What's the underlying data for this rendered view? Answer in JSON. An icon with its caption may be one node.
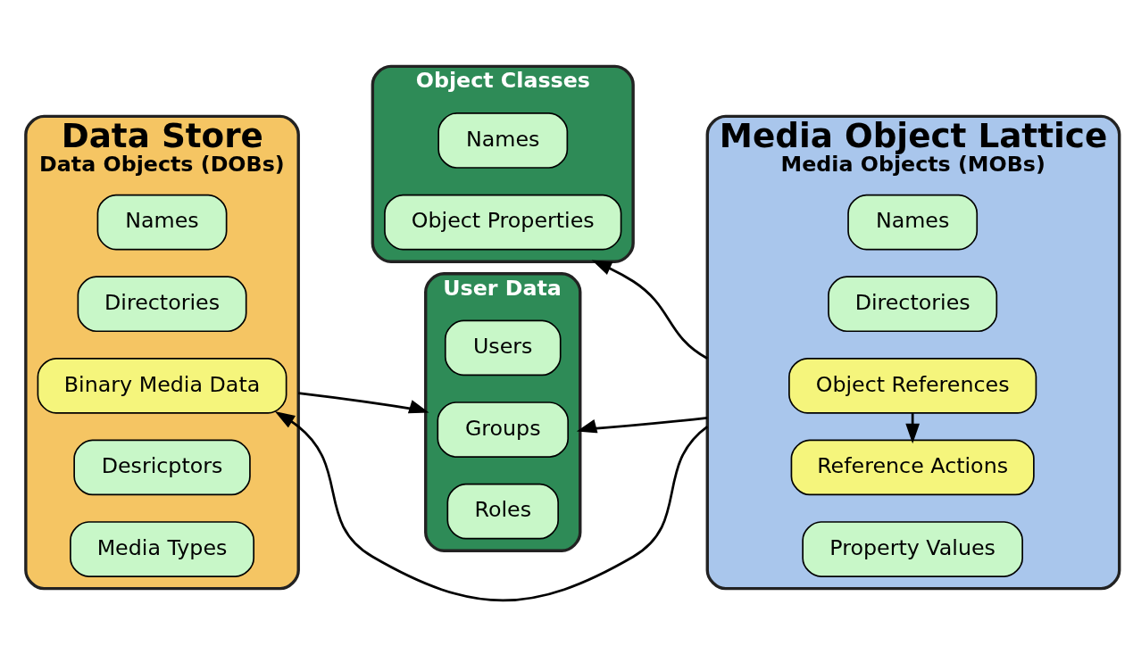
{
  "diagram": {
    "nodes": [
      {
        "text": [
          "Data Store",
          "Data Objects (DOBs)"
        ]
      },
      {
        "text": [
          "Names"
        ],
        "in": 0
      },
      {
        "text": [
          "Directories"
        ],
        "in": 0
      },
      {
        "text": [
          "Binary Media Data"
        ],
        "in": 0
      },
      {
        "text": [
          "Desricptors"
        ],
        "in": 0
      },
      {
        "text": [
          "Media Types"
        ],
        "in": 0
      },
      {
        "text": [
          "Object Classes"
        ]
      },
      {
        "text": [
          "Names"
        ],
        "in": 6
      },
      {
        "text": [
          "Object Properties"
        ],
        "in": 6
      },
      {
        "text": [
          "User Data"
        ]
      },
      {
        "text": [
          "Users"
        ],
        "in": 9
      },
      {
        "text": [
          "Groups"
        ],
        "in": 9
      },
      {
        "text": [
          "Roles"
        ],
        "in": 9
      },
      {
        "text": [
          "Media Object Lattice",
          "Media Objects (MOBs)"
        ]
      },
      {
        "text": [
          "Names"
        ],
        "in": 13
      },
      {
        "text": [
          "Directories"
        ],
        "in": 13
      },
      {
        "text": [
          "Object References"
        ],
        "in": 13
      },
      {
        "text": [
          "Reference Actions"
        ],
        "in": 13
      },
      {
        "text": [
          "Property Values"
        ],
        "in": 13
      }
    ],
    "edges": [
      {
        "from": 13,
        "to": 6,
        "arrow": "to"
      },
      {
        "from": 13,
        "to": 3,
        "arrow": "to"
      },
      {
        "from": 16,
        "to": 17,
        "arrow": "to"
      },
      {
        "from": 0,
        "to": 9,
        "arrow": "to"
      },
      {
        "from": 13,
        "to": 9,
        "arrow": "to"
      }
    ]
  }
}
